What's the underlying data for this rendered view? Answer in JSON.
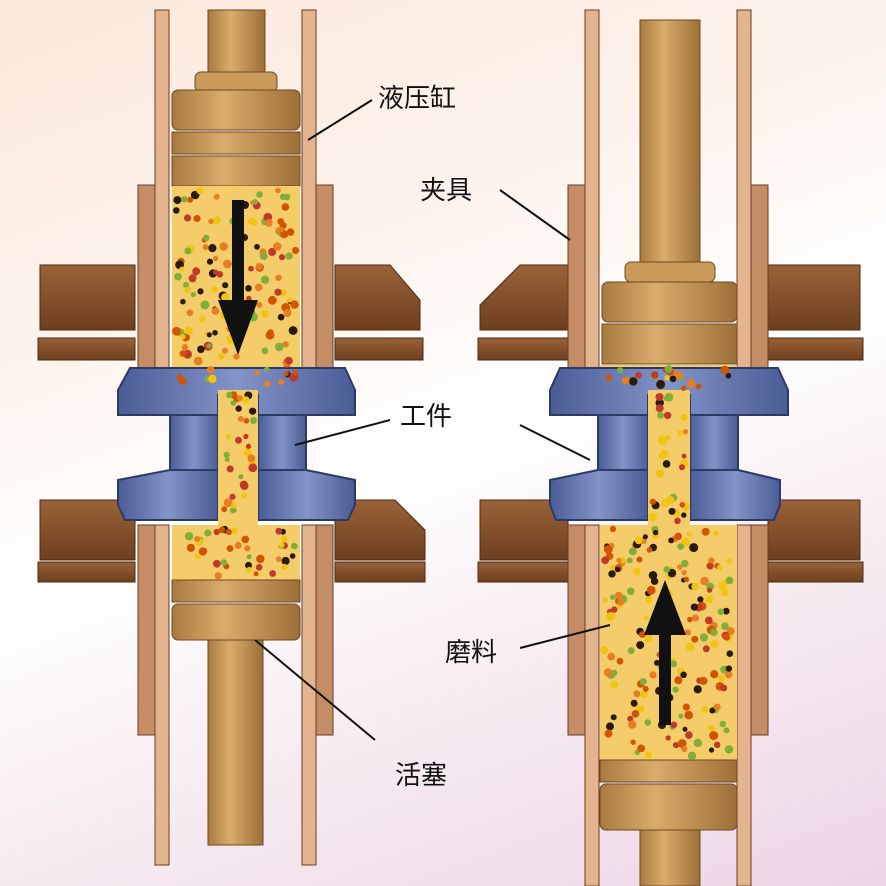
{
  "labels": {
    "cylinder": "液压缸",
    "fixture": "夹具",
    "workpiece": "工件",
    "abrasive": "磨料",
    "piston": "活塞"
  },
  "colors": {
    "rod": "#c99a5a",
    "rod_dark": "#9c6f38",
    "plate": "#8a5530",
    "plate_dark": "#5e3519",
    "wall": "#c08a66",
    "workpiece": "#6c7fb4",
    "workpiece_dark": "#3e4f86",
    "abrasive_bg": "#f4cc6a",
    "particles": [
      "#c0392b",
      "#e67e22",
      "#7fae3a",
      "#2a1a10",
      "#d35400",
      "#f1c40f"
    ]
  },
  "flow": {
    "left_direction": "down",
    "right_direction": "up"
  }
}
